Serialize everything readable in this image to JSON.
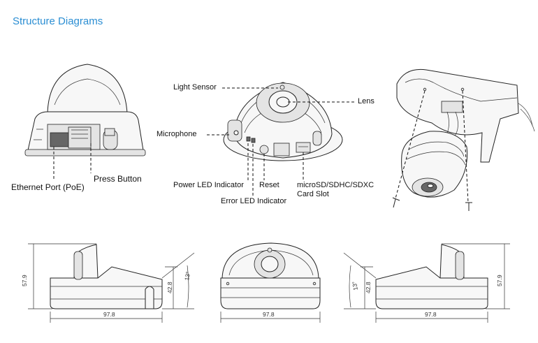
{
  "title": "Structure Diagrams",
  "callouts": {
    "ethernet_port": "Ethernet Port (PoE)",
    "press_button": "Press Button",
    "light_sensor": "Light Sensor",
    "lens": "Lens",
    "microphone": "Microphone",
    "power_led": "Power LED Indicator",
    "reset": "Reset",
    "error_led": "Error LED Indicator",
    "card_slot_line1": "microSD/SDHC/SDXC",
    "card_slot_line2": "Card Slot"
  },
  "dimensions": {
    "left": {
      "height": "57.9",
      "inner_height": "42.8",
      "angle": "13°",
      "width": "97.8"
    },
    "front": {
      "width": "97.8"
    },
    "right": {
      "height": "57.9",
      "inner_height": "42.8",
      "angle": "13°",
      "width": "97.8"
    }
  }
}
